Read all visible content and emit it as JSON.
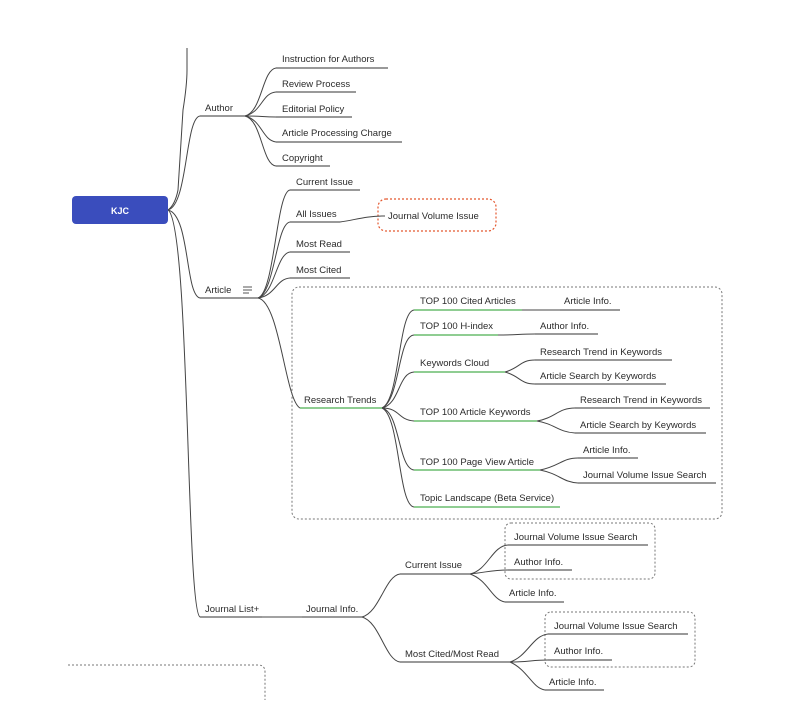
{
  "root": "KJC",
  "author": {
    "label": "Author",
    "items": [
      "Instruction for Authors",
      "Review Process",
      "Editorial Policy",
      "Article Processing Charge",
      "Copyright"
    ]
  },
  "article": {
    "label": "Article",
    "current_issue": "Current Issue",
    "all_issues": "All Issues",
    "all_issues_child": "Journal Volume Issue",
    "most_read": "Most Read",
    "most_cited": "Most Cited",
    "research_trends": {
      "label": "Research Trends",
      "top100_cited": "TOP 100 Cited Articles",
      "top100_cited_child": "Article Info.",
      "top100_hindex": "TOP 100 H-index",
      "top100_hindex_child": "Author Info.",
      "keywords_cloud": "Keywords Cloud",
      "keywords_cloud_children": [
        "Research Trend in Keywords",
        "Article Search by Keywords"
      ],
      "top100_keywords": "TOP 100 Article Keywords",
      "top100_keywords_children": [
        "Research Trend in Keywords",
        "Article Search by Keywords"
      ],
      "top100_pageview": "TOP 100 Page View Article",
      "top100_pageview_children": [
        "Article Info.",
        "Journal Volume Issue Search"
      ],
      "topic_landscape": "Topic Landscape (Beta Service)"
    }
  },
  "journal_list": {
    "label": "Journal List+",
    "journal_info": "Journal Info.",
    "current_issue": "Current Issue",
    "current_issue_children": [
      "Journal Volume Issue Search",
      "Author Info.",
      "Article Info."
    ],
    "most_cited_read": "Most Cited/Most Read",
    "most_cited_read_children": [
      "Journal Volume Issue Search",
      "Author Info.",
      "Article Info."
    ]
  },
  "colors": {
    "root_fill": "#3a4dbd",
    "highlight_box": "#e4572e",
    "green_underline": "#4caf50"
  },
  "icons": {
    "notes_icon": "notes-icon"
  }
}
